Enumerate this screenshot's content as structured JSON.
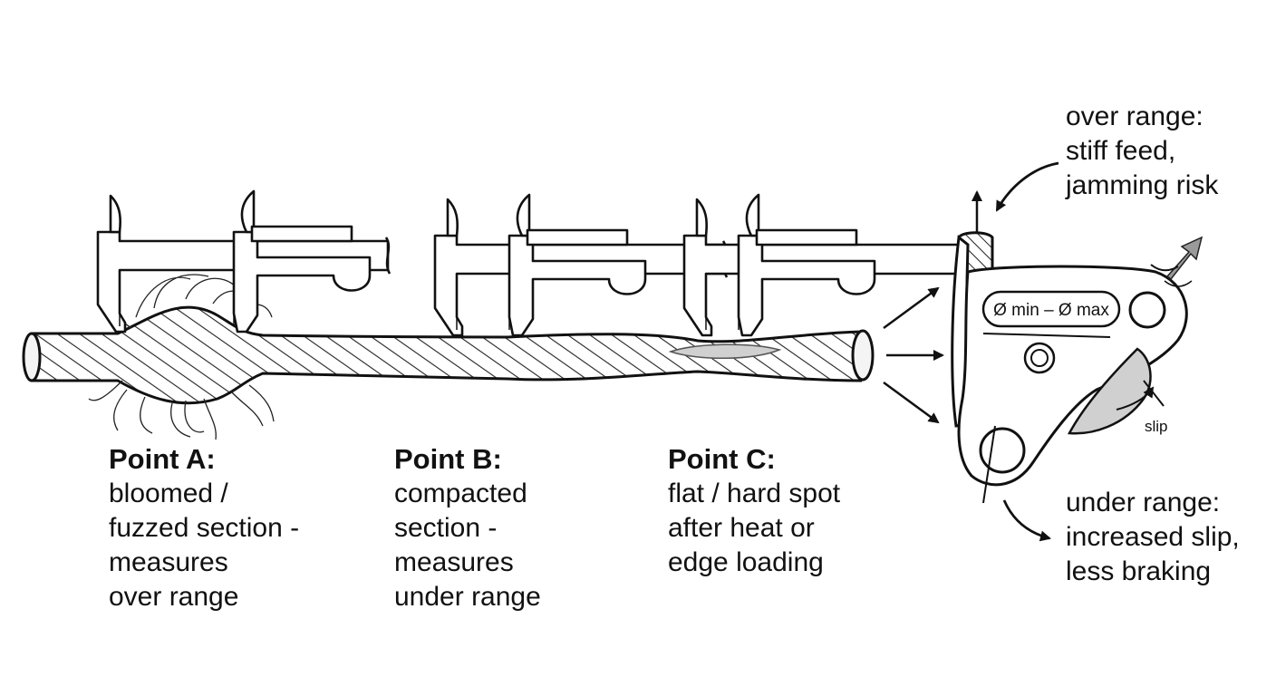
{
  "points": [
    {
      "heading": "Point A:",
      "lines": [
        "bloomed /",
        "fuzzed section -",
        "measures",
        "over range"
      ]
    },
    {
      "heading": "Point B:",
      "lines": [
        "compacted",
        "section -",
        "measures",
        "under range"
      ]
    },
    {
      "heading": "Point C:",
      "lines": [
        "flat / hard spot",
        "after heat or",
        "edge loading"
      ]
    }
  ],
  "device": {
    "range_label": "Ø min – Ø max",
    "slip_label": "slip"
  },
  "notes": {
    "over_range": [
      "over range:",
      "stiff feed,",
      "jamming risk"
    ],
    "under_range": [
      "under range:",
      "increased slip,",
      "less braking"
    ]
  },
  "colors": {
    "ink": "#111111",
    "metal_shade": "#d0d0d0",
    "paper": "#ffffff"
  }
}
